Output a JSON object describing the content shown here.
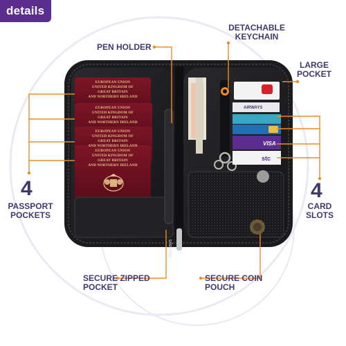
{
  "tag": {
    "label": "details"
  },
  "labels": {
    "pen_holder": "PEN HOLDER",
    "keychain_line1": "DETACHABLE",
    "keychain_line2": "KEYCHAIN",
    "large_pocket_line1": "LARGE",
    "large_pocket_line2": "POCKET",
    "card_slots_number": "4",
    "card_slots_line1": "CARD",
    "card_slots_line2": "SLOTS",
    "passport_number": "4",
    "passport_line1": "PASSPORT",
    "passport_line2": "POCKETS",
    "zipped_line1": "SECURE ZIPPED",
    "zipped_line2": "POCKET",
    "coin_line1": "SECURE COIN",
    "coin_line2": "POUCH"
  },
  "passports": [
    {
      "line1": "EUROPEAN UNION",
      "line2": "UNITED KINGDOM OF",
      "line3": "GREAT BRITAIN",
      "line4": "AND NORTHERN IRELAND"
    },
    {
      "line1": "EUROPEAN UNION",
      "line2": "UNITED KINGDOM OF",
      "line3": "GREAT BRITAIN",
      "line4": "AND NORTHERN IRELAND"
    },
    {
      "line1": "EUROPEAN UNION",
      "line2": "UNITED KINGDOM OF",
      "line3": "GREAT BRITAIN",
      "line4": "AND NORTHERN IRELAND"
    },
    {
      "line1": "EUROPEAN UNION",
      "line2": "UNITED KINGDOM OF",
      "line3": "GREAT BRITAIN",
      "line4": "AND NORTHERN IRELAND"
    }
  ],
  "brand": "daydays",
  "cards": {
    "airways": "AIRWAYS",
    "visa": "VISA",
    "stc": "stc"
  },
  "colors": {
    "accent_purple": "#5b2d8e",
    "label_navy": "#3f3a6e",
    "callout_orange": "#f08a24",
    "passport_burgundy": "#6e1020",
    "wallet_black": "#1d1d1f"
  }
}
